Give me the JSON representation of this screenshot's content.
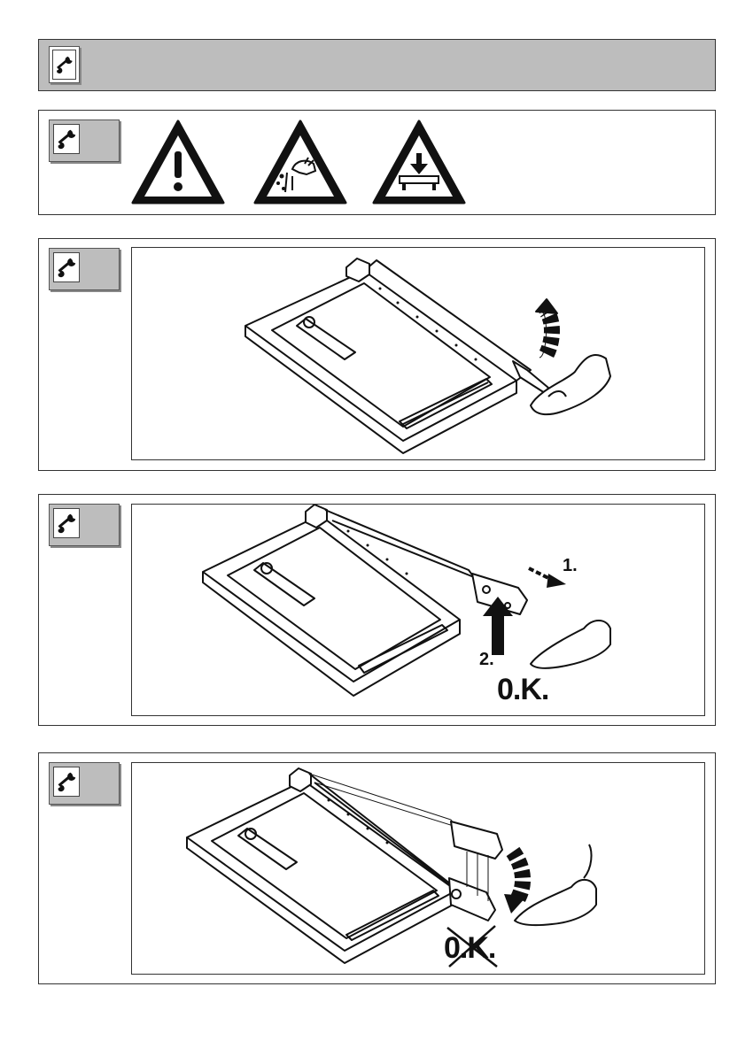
{
  "header": {
    "icon": "wrench-icon"
  },
  "warnings": {
    "icons": [
      "warning-exclamation-icon",
      "hand-injury-warning-icon",
      "heavy-load-warning-icon"
    ]
  },
  "panel_open": {
    "icon": "wrench-icon"
  },
  "panel_close": {
    "icon": "wrench-icon",
    "step1": "1.",
    "step2": "2.",
    "ok": "0.K."
  },
  "panel_wrong": {
    "icon": "wrench-icon",
    "not_ok": "0.K."
  }
}
